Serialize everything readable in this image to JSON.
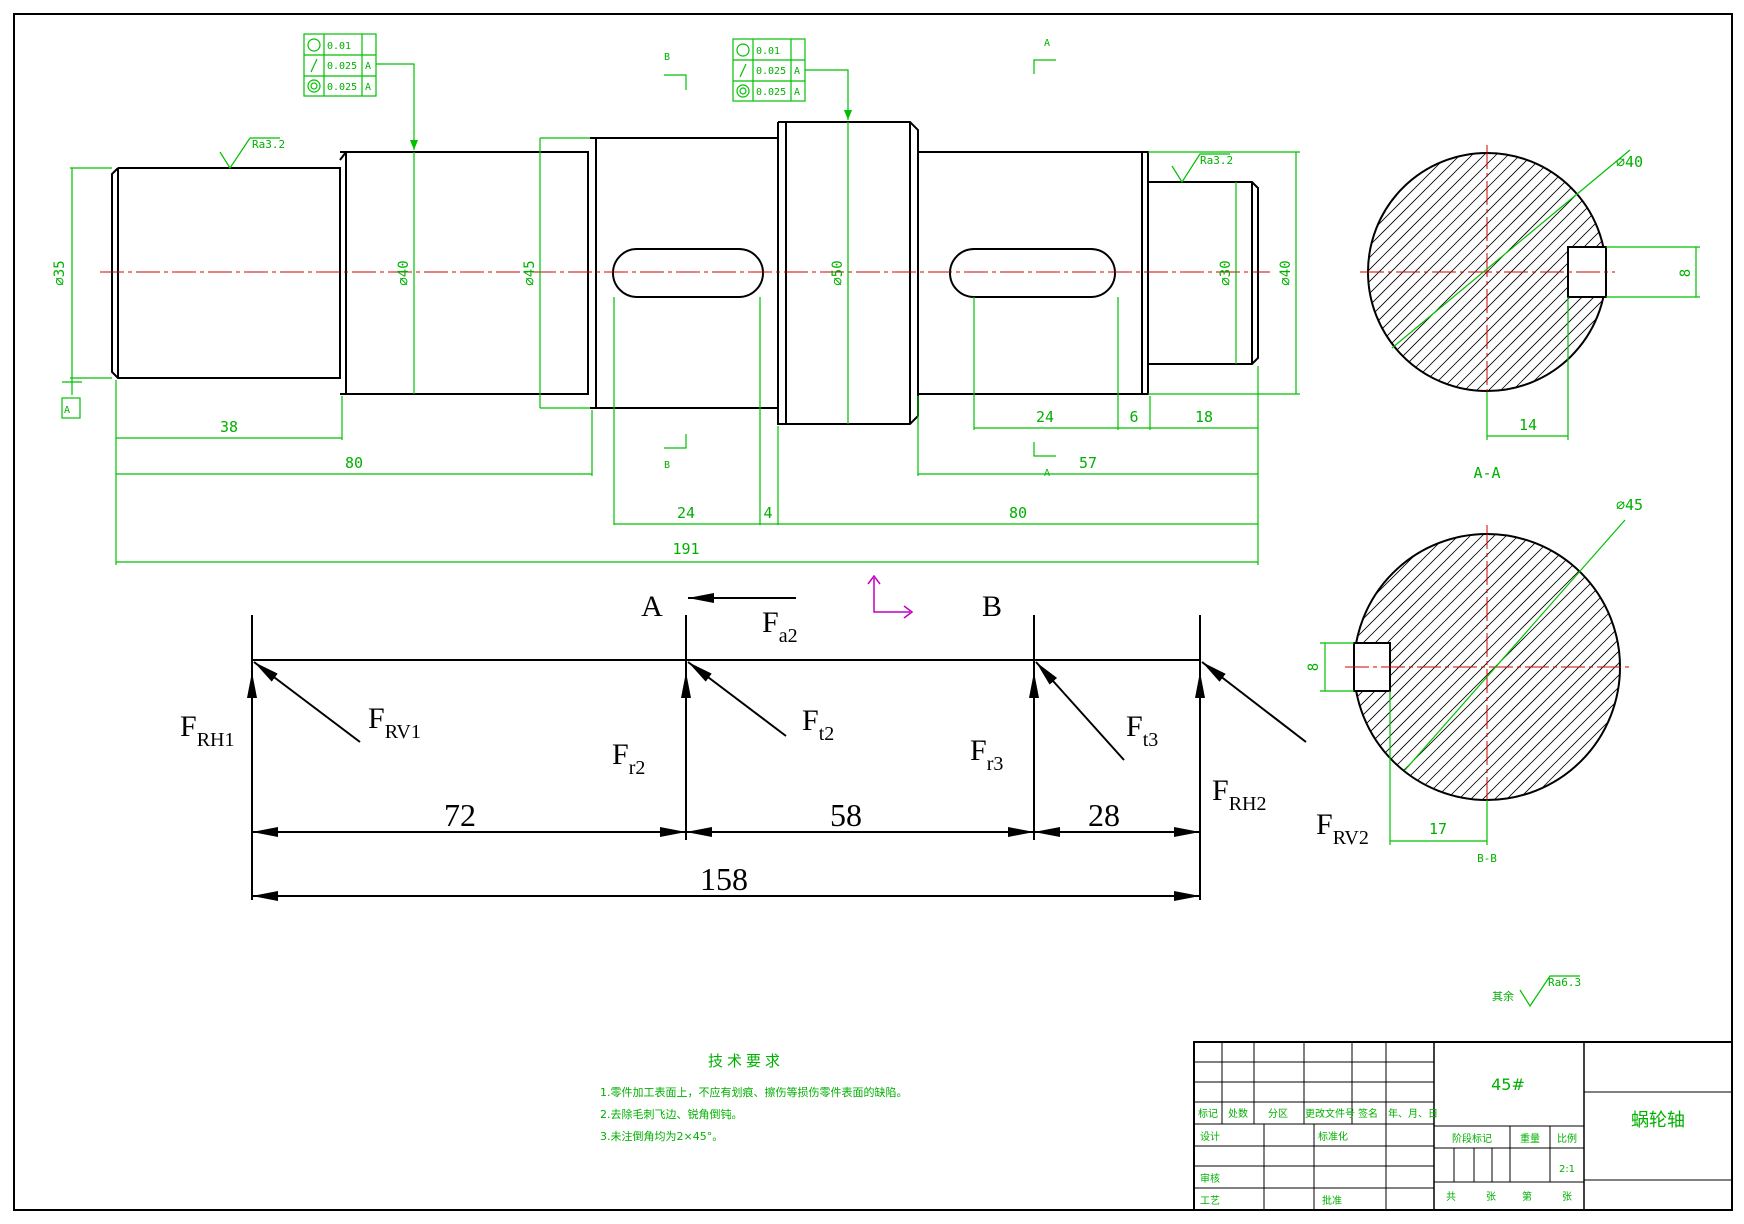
{
  "shaft_dims": {
    "d35": "⌀35",
    "d40a": "⌀40",
    "d45": "⌀45",
    "d50": "⌀50",
    "d30": "⌀30",
    "d40b": "⌀40",
    "l38": "38",
    "l80a": "80",
    "l24a": "24",
    "l4": "4",
    "l80b": "80",
    "l191": "191",
    "l24b": "24",
    "l6": "6",
    "l18": "18",
    "l57": "57"
  },
  "roughness": {
    "r1": "Ra3.2",
    "r2": "Ra3.2",
    "other_label": "其余",
    "other_value": "Ra6.3"
  },
  "tolerance_frames": {
    "f1": {
      "r1": "0.01",
      "r2v": "0.025",
      "r2d": "A",
      "r3v": "0.025",
      "r3d": "A"
    },
    "f2": {
      "r1": "0.01",
      "r2v": "0.025",
      "r2d": "A",
      "r3v": "0.025",
      "r3d": "A"
    }
  },
  "datum": "A",
  "section_marks": {
    "b_top": "B",
    "a_top": "A",
    "b_bottom": "B",
    "a_bottom": "A"
  },
  "section_aa": {
    "dia": "⌀40",
    "key_width": "8",
    "key_depth": "14",
    "label": "A-A"
  },
  "section_bb": {
    "dia": "⌀45",
    "key_width": "8",
    "key_depth": "17",
    "label": "B-B"
  },
  "force_diagram": {
    "point_a": "A",
    "point_b": "B",
    "forces": {
      "fa2": [
        "F",
        "a2"
      ],
      "frh1": [
        "F",
        "RH1"
      ],
      "frv1": [
        "F",
        "RV1"
      ],
      "fr2": [
        "F",
        "r2"
      ],
      "ft2": [
        "F",
        "t2"
      ],
      "fr3": [
        "F",
        "r3"
      ],
      "ft3": [
        "F",
        "t3"
      ],
      "frh2": [
        "F",
        "RH2"
      ],
      "frv2": [
        "F",
        "RV2"
      ]
    },
    "spans": {
      "s1": "72",
      "s2": "58",
      "s3": "28",
      "total": "158"
    }
  },
  "technical_requirements": {
    "title": "技术要求",
    "items": [
      "1.零件加工表面上，不应有划痕、擦伤等损伤零件表面的缺陷。",
      "2.去除毛刺飞边、锐角倒钝。",
      "3.未注倒角均为2×45°。"
    ]
  },
  "title_block": {
    "material": "45#",
    "part_name": "蜗轮轴",
    "headers": [
      "标记",
      "处数",
      "分区",
      "更改文件号",
      "签名",
      "年、月、日"
    ],
    "design": "设计",
    "standardize": "标准化",
    "check": "审核",
    "process": "工艺",
    "approve": "批准",
    "stage_mark": "阶段标记",
    "weight": "重量",
    "scale": "比例",
    "scale_value": "2:1",
    "sheets": [
      "共",
      "张",
      "第",
      "张"
    ]
  }
}
